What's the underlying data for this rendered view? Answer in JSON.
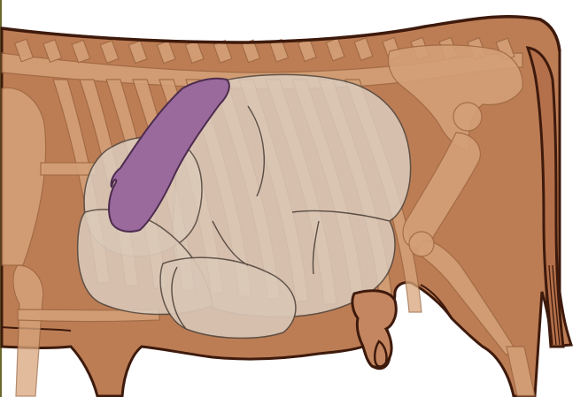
{
  "palette": {
    "body": "#bc7d55",
    "outline": "#3e1a0c",
    "bone": "#d7a67e",
    "bone_line": "#9c6540",
    "organ": "#ddd0c3",
    "organ_line": "#4b4540",
    "spleen": "#9a6a9c",
    "frame": "#6b6a2e",
    "background": "#ffffff"
  },
  "structures": {
    "body": "cow-body-lateral-view",
    "skeleton": [
      "spine",
      "ribs",
      "pelvis",
      "femur",
      "tail-vertebrae",
      "forelimb",
      "hindlimb"
    ],
    "organs": [
      "rumen",
      "reticulum",
      "omasum",
      "abomasum",
      "spleen",
      "udder"
    ],
    "highlighted": "spleen"
  }
}
